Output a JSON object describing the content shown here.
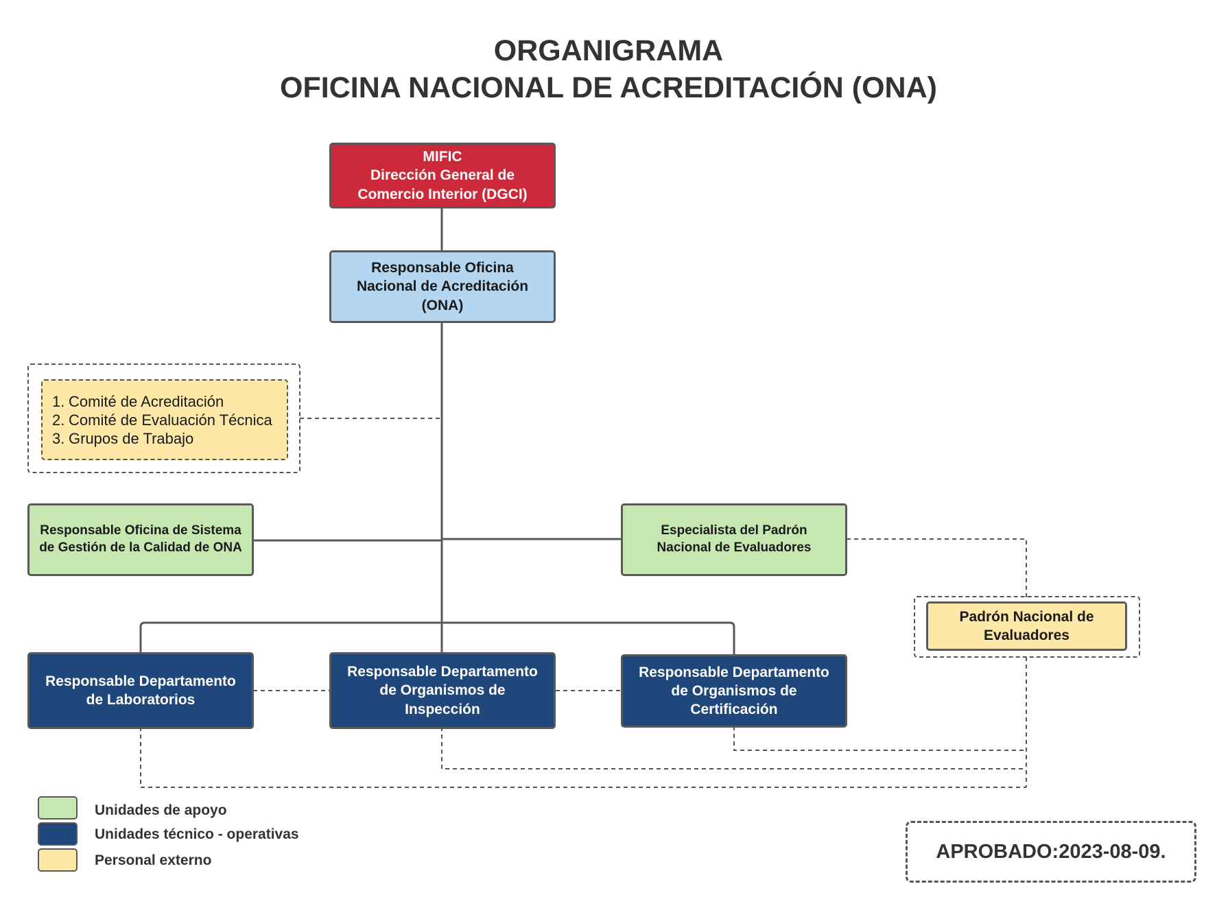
{
  "title": {
    "line1": "ORGANIGRAMA",
    "line2": "OFICINA NACIONAL DE ACREDITACIÓN (ONA)"
  },
  "nodes": {
    "mific": {
      "lines": [
        "MIFIC",
        "Dirección General de",
        "Comercio Interior (DGCI)"
      ]
    },
    "ona": {
      "lines": [
        "Responsable Oficina",
        "Nacional de Acreditación",
        "(ONA)"
      ]
    },
    "committees": {
      "items": [
        {
          "num": "1.",
          "label": "Comité de Acreditación"
        },
        {
          "num": "2.",
          "label": "Comité de Evaluación Técnica"
        },
        {
          "num": "3.",
          "label": "Grupos de Trabajo"
        }
      ]
    },
    "quality": {
      "lines": [
        "Responsable Oficina de Sistema",
        "de Gestión de la Calidad de ONA"
      ]
    },
    "specialist": {
      "lines": [
        "Especialista del Padrón",
        "Nacional de Evaluadores"
      ]
    },
    "padron": {
      "lines": [
        "Padrón Nacional de",
        "Evaluadores"
      ]
    },
    "labs": {
      "lines": [
        "Responsable Departamento",
        "de Laboratorios"
      ]
    },
    "inspection": {
      "lines": [
        "Responsable Departamento",
        "de Organismos de",
        "Inspección"
      ]
    },
    "certification": {
      "lines": [
        "Responsable Departamento",
        "de Organismos de",
        "Certificación"
      ]
    }
  },
  "legend": [
    {
      "label": "Unidades de apoyo",
      "color": "#c6e7b0"
    },
    {
      "label": "Unidades técnico - operativas",
      "color": "#1f477b"
    },
    {
      "label": "Personal externo",
      "color": "#fde8a7"
    }
  ],
  "approved": {
    "label": "APROBADO:",
    "date": "2023-08-09."
  },
  "colors": {
    "mific": "#cc2a3a",
    "ona": "#b4d6f0",
    "support": "#c6e7b0",
    "technical": "#1f477b",
    "external": "#fde8a7",
    "line": "#595959"
  }
}
